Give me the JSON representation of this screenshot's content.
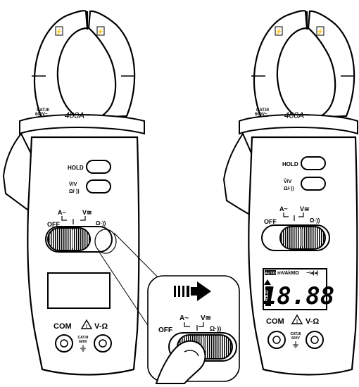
{
  "left_meter": {
    "jaw_icon_left": "⚡",
    "jaw_icon_right": "⚡",
    "cat_rating": "CAT.III\n600V~",
    "range_label": "400A~",
    "hold_label": "HOLD",
    "mode_label_top": "V̄/V",
    "mode_label_bottom": "Ω/·))",
    "switch_off": "OFF",
    "switch_a": "A~",
    "switch_v": "V≅",
    "switch_ohm": "Ω·))",
    "com_label": "COM",
    "vohm_label": "V-Ω",
    "port_rating": "CAT.III\n600V",
    "display_state": "blank"
  },
  "right_meter": {
    "jaw_icon_left": "⚡",
    "jaw_icon_right": "⚡",
    "cat_rating": "CAT.III\n600V~",
    "range_label": "400A~",
    "hold_label": "HOLD",
    "mode_label_top": "V̄/V",
    "mode_label_bottom": "Ω/·))",
    "switch_off": "OFF",
    "switch_a": "A~",
    "switch_v": "V≅",
    "switch_ohm": "Ω·))",
    "com_label": "COM",
    "vohm_label": "V-Ω",
    "port_rating": "CAT.III\n600V",
    "lcd_status": "AUTO",
    "lcd_units": "mVAkMΩ",
    "lcd_icons": "⊣◂|◂)",
    "lcd_side": "HOLD",
    "lcd_reading": "18.88"
  },
  "inset": {
    "direction_icon": "arrow-right-dashed",
    "switch_off": "OFF",
    "switch_a": "A~",
    "switch_v": "V≅",
    "switch_ohm": "Ω·))"
  }
}
